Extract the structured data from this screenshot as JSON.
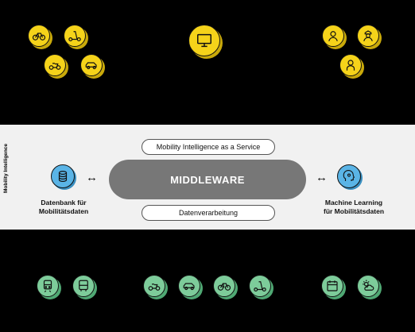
{
  "top_icons": {
    "left": [
      "bicycle-icon",
      "scooter-icon",
      "moped-icon",
      "car-icon"
    ],
    "center": [
      "monitor-icon"
    ],
    "right": [
      "person-icon",
      "officer-icon",
      "user-icon"
    ]
  },
  "band": {
    "vertical_label": "Mobility Intelligence",
    "service_label": "Mobility Intelligence as a Service",
    "middleware_label": "MIDDLEWARE",
    "processing_label": "Datenverarbeitung",
    "left_arrow": "↔",
    "right_arrow": "↔",
    "left_label_line1": "Datenbank für",
    "left_label_line2": "Mobilitätsdaten",
    "right_label_line1": "Machine Learning",
    "right_label_line2": "für Mobilitätsdaten"
  },
  "bottom_icons": {
    "left": [
      "train-icon",
      "bus-icon"
    ],
    "center": [
      "moped-icon",
      "car-icon",
      "bicycle-icon",
      "scooter-icon"
    ],
    "right": [
      "calendar-icon",
      "weather-icon"
    ]
  },
  "colors": {
    "yellow": "#f5d31a",
    "green": "#7dcc9a",
    "blue": "#5ab4e6",
    "middleware": "#777777",
    "band": "#f1f1f1"
  }
}
